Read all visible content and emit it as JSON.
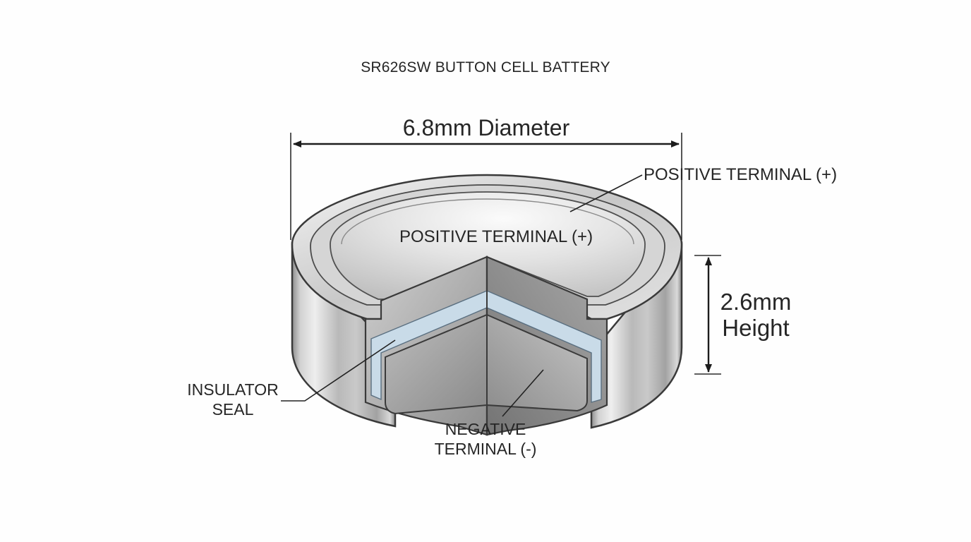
{
  "title": "SR626SW BUTTON CELL BATTERY",
  "dimensions": {
    "diameter": "6.8mm Diameter",
    "height_value": "2.6mm",
    "height_word": "Height"
  },
  "callouts": {
    "positive_terminal_right": "POSITIVE TERMINAL (+)",
    "positive_terminal_top": "POSITIVE TERMINAL (+)",
    "insulator_line1": "INSULATOR",
    "insulator_line2": "SEAL",
    "negative_line1": "NEGATIVE",
    "negative_line2": "TERMINAL (-)"
  },
  "colors": {
    "outline": "#3a3a3a",
    "steel_light": "#e6e6e6",
    "steel_mid": "#b4b4b4",
    "steel_dark": "#7c7c7c",
    "insulator": "#c9dbe8"
  }
}
